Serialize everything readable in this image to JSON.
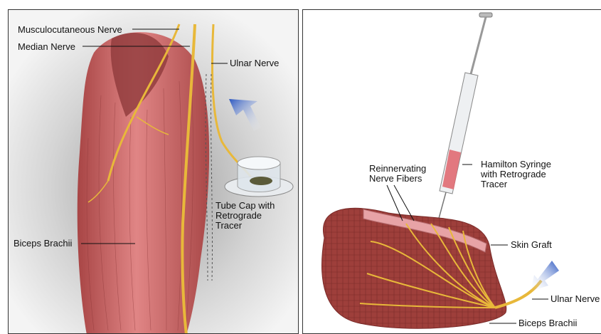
{
  "left_panel": {
    "labels": {
      "musculocutaneous_nerve": "Musculocutaneous Nerve",
      "median_nerve": "Median Nerve",
      "ulnar_nerve": "Ulnar Nerve",
      "tube_cap": [
        "Tube Cap with",
        "Retrograde",
        "Tracer"
      ],
      "biceps_brachii": "Biceps Brachii"
    }
  },
  "right_panel": {
    "labels": {
      "reinnervating_fibers": [
        "Reinnervating",
        "Nerve Fibers"
      ],
      "hamilton_syringe": [
        "Hamilton Syringe",
        "with Retrograde",
        "Tracer"
      ],
      "skin_graft": "Skin Graft",
      "ulnar_nerve": "Ulnar Nerve",
      "biceps_brachii": "Biceps Brachii"
    }
  },
  "colors": {
    "muscle": "#c9595a",
    "nerve": "#e8b83a",
    "arrow": "#2f5fc4",
    "skin": "#e7a3a6",
    "tracer": "#e0424f"
  }
}
